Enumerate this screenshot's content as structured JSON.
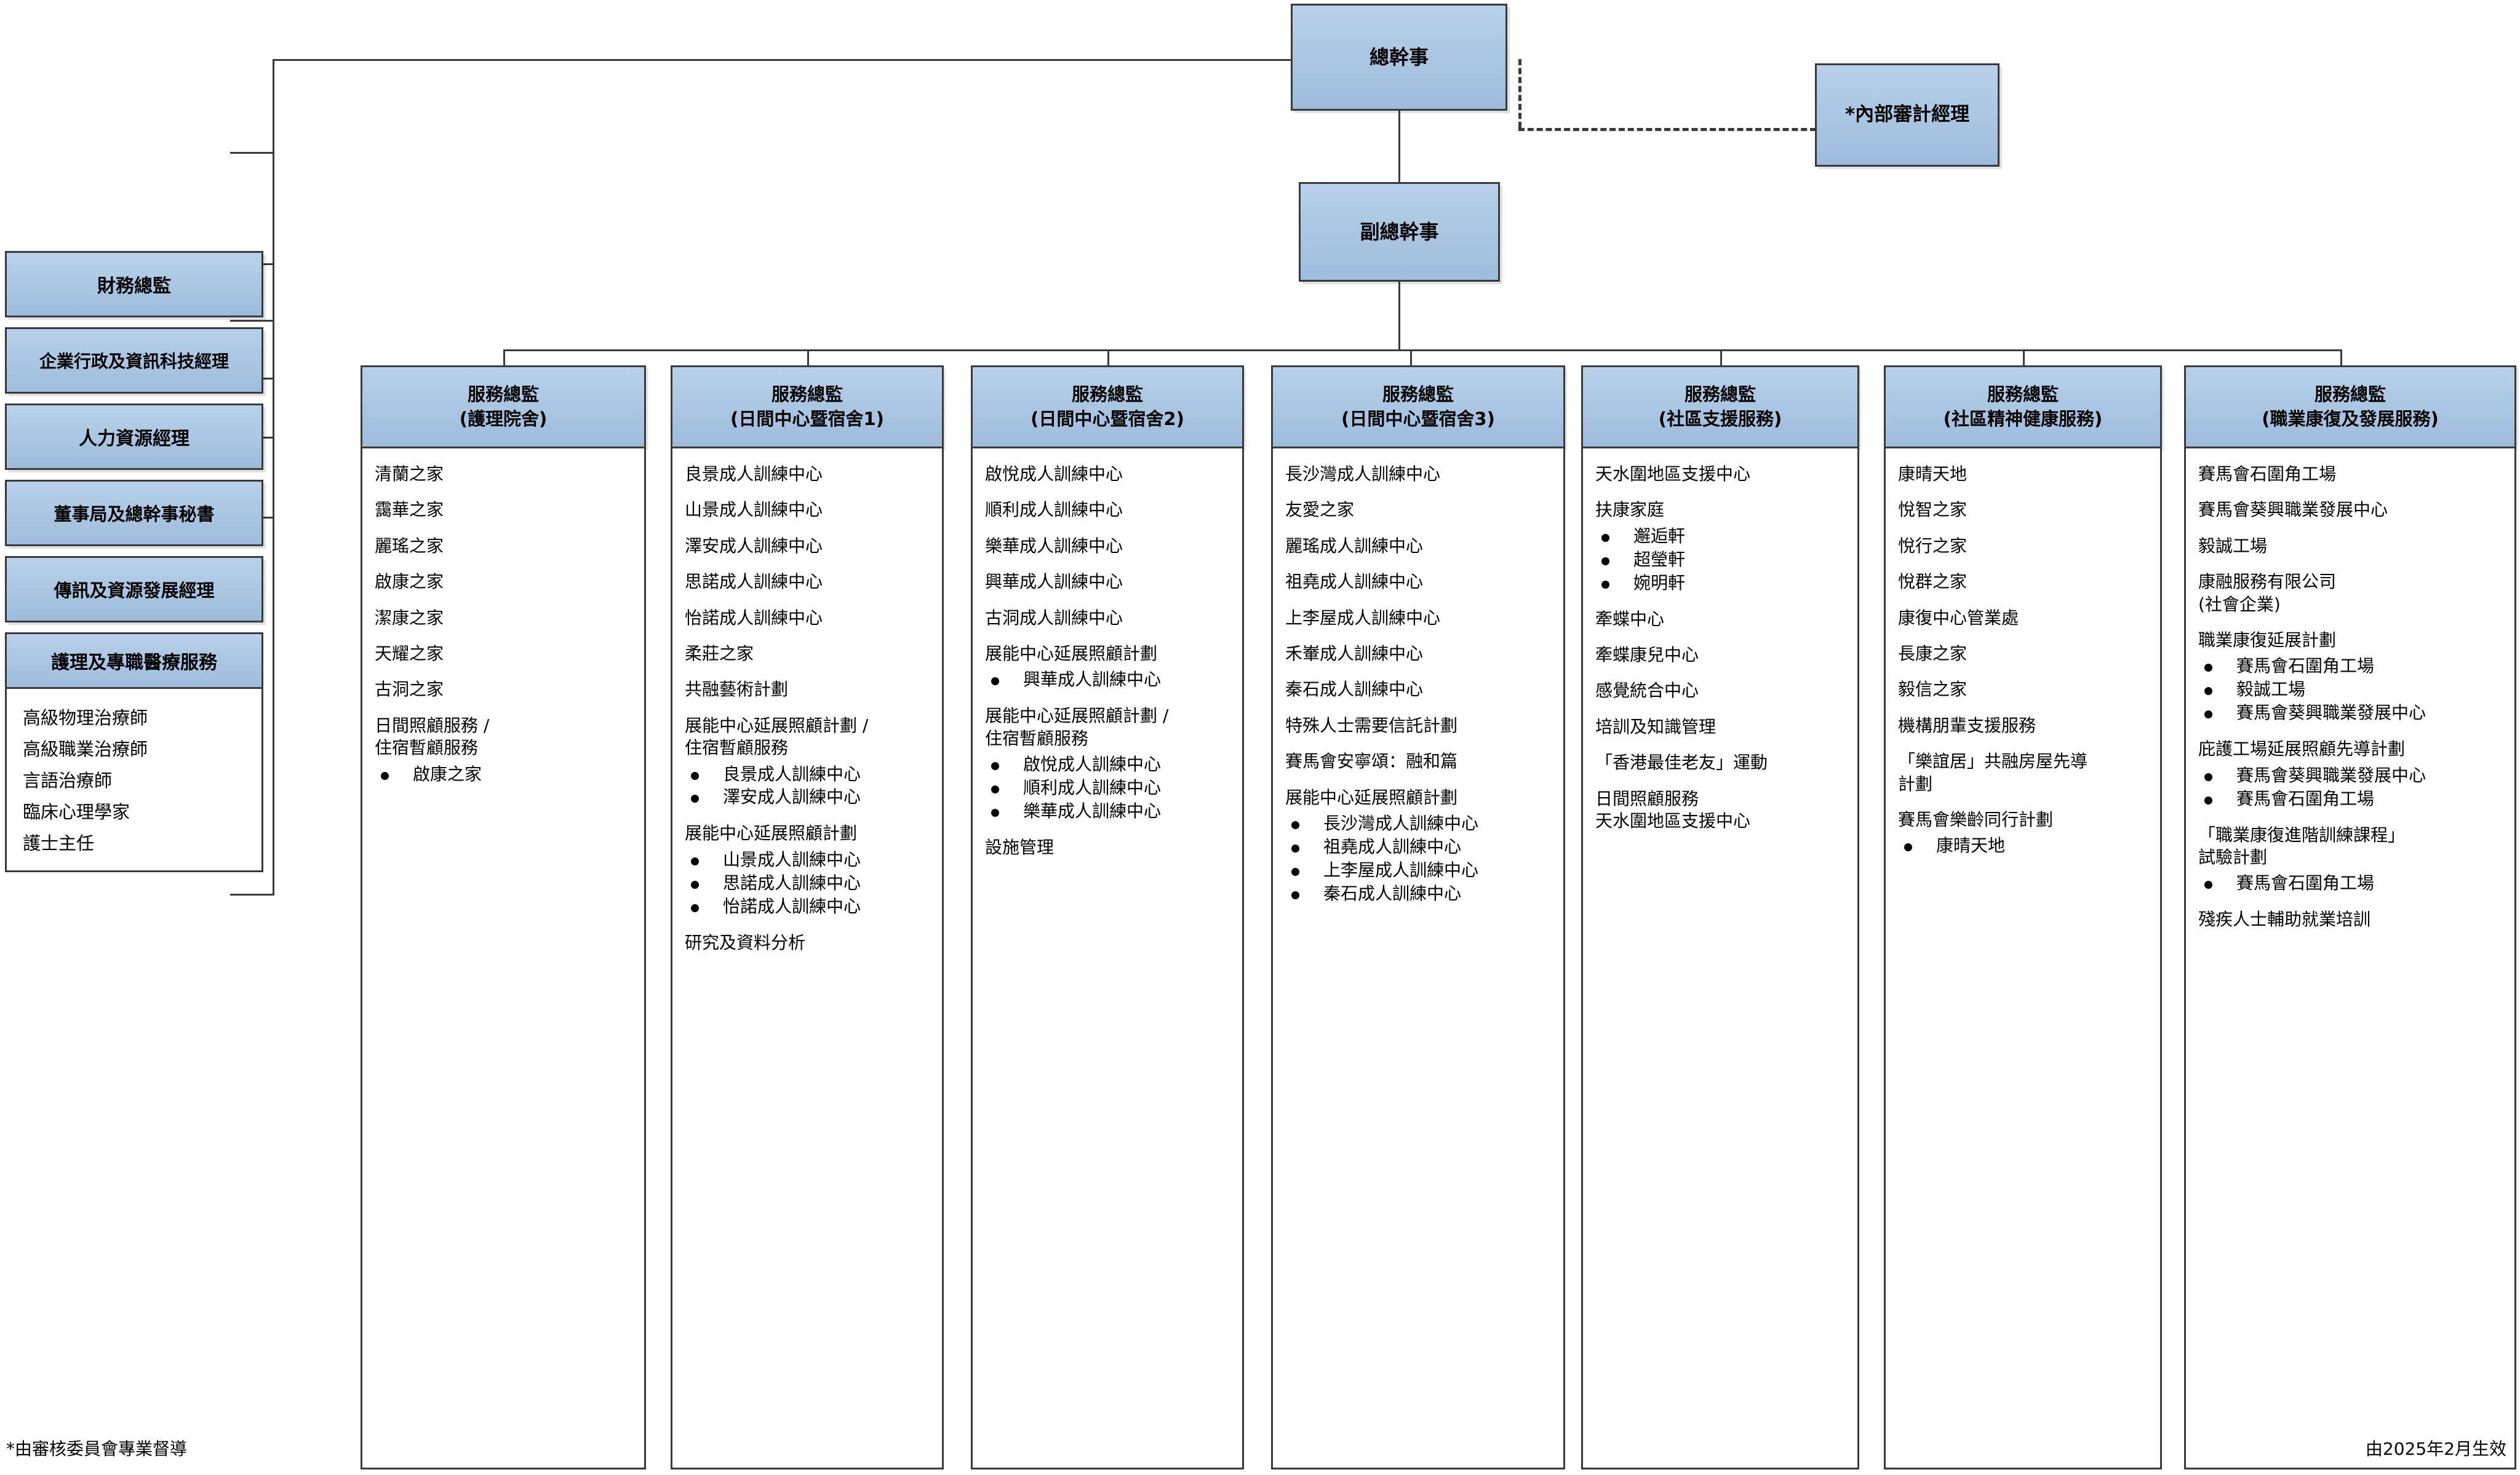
{
  "colors": {
    "box_fill_top": "#b9d1ea",
    "box_fill_bottom": "#9dbcdc",
    "box_border": "#3a3a3a",
    "body_fill": "#ffffff"
  },
  "top": {
    "chief_executive": "總幹事",
    "deputy_chief_executive": "副總幹事",
    "internal_audit_manager": "*內部審計經理"
  },
  "sidebar": {
    "items": [
      {
        "label": "財務總監"
      },
      {
        "label": "企業行政及資訊科技經理"
      },
      {
        "label": "人力資源經理"
      },
      {
        "label": "董事局及總幹事秘書"
      },
      {
        "label": "傳訊及資源發展經理"
      }
    ],
    "clinical": {
      "header": "護理及專職醫療服務",
      "roles": [
        "高級物理治療師",
        "高級職業治療師",
        "言語治療師",
        "臨床心理學家",
        "護士主任"
      ]
    }
  },
  "service_columns": [
    {
      "title": "服務總監\n(護理院舍)",
      "entries": [
        {
          "type": "text",
          "text": "清蘭之家"
        },
        {
          "type": "text",
          "text": "靄華之家"
        },
        {
          "type": "text",
          "text": "麗瑤之家"
        },
        {
          "type": "text",
          "text": "啟康之家"
        },
        {
          "type": "text",
          "text": "潔康之家"
        },
        {
          "type": "text",
          "text": "天耀之家"
        },
        {
          "type": "text",
          "text": "古洞之家"
        },
        {
          "type": "group",
          "text": "日間照顧服務 /\n住宿暫顧服務",
          "bullets": [
            "啟康之家"
          ]
        }
      ]
    },
    {
      "title": "服務總監\n(日間中心暨宿舍1)",
      "entries": [
        {
          "type": "text",
          "text": "良景成人訓練中心"
        },
        {
          "type": "text",
          "text": "山景成人訓練中心"
        },
        {
          "type": "text",
          "text": "澤安成人訓練中心"
        },
        {
          "type": "text",
          "text": "思諾成人訓練中心"
        },
        {
          "type": "text",
          "text": "怡諾成人訓練中心"
        },
        {
          "type": "text",
          "text": "柔莊之家"
        },
        {
          "type": "text",
          "text": "共融藝術計劃"
        },
        {
          "type": "group",
          "text": "展能中心延展照顧計劃 /\n住宿暫顧服務",
          "bullets": [
            "良景成人訓練中心",
            "澤安成人訓練中心"
          ]
        },
        {
          "type": "group",
          "text": "展能中心延展照顧計劃",
          "bullets": [
            "山景成人訓練中心",
            "思諾成人訓練中心",
            "怡諾成人訓練中心"
          ]
        },
        {
          "type": "text",
          "text": "研究及資料分析"
        }
      ]
    },
    {
      "title": "服務總監\n(日間中心暨宿舍2)",
      "entries": [
        {
          "type": "text",
          "text": "啟悅成人訓練中心"
        },
        {
          "type": "text",
          "text": "順利成人訓練中心"
        },
        {
          "type": "text",
          "text": "樂華成人訓練中心"
        },
        {
          "type": "text",
          "text": "興華成人訓練中心"
        },
        {
          "type": "text",
          "text": "古洞成人訓練中心"
        },
        {
          "type": "group",
          "text": "展能中心延展照顧計劃",
          "bullets": [
            "興華成人訓練中心"
          ]
        },
        {
          "type": "group",
          "text": "展能中心延展照顧計劃 /\n住宿暫顧服務",
          "bullets": [
            "啟悅成人訓練中心",
            "順利成人訓練中心",
            "樂華成人訓練中心"
          ]
        },
        {
          "type": "text",
          "text": "設施管理"
        }
      ]
    },
    {
      "title": "服務總監\n(日間中心暨宿舍3)",
      "entries": [
        {
          "type": "text",
          "text": "長沙灣成人訓練中心"
        },
        {
          "type": "text",
          "text": "友愛之家"
        },
        {
          "type": "text",
          "text": "麗瑤成人訓練中心"
        },
        {
          "type": "text",
          "text": "祖堯成人訓練中心"
        },
        {
          "type": "text",
          "text": "上李屋成人訓練中心"
        },
        {
          "type": "text",
          "text": "禾輋成人訓練中心"
        },
        {
          "type": "text",
          "text": "秦石成人訓練中心"
        },
        {
          "type": "text",
          "text": "特殊人士需要信託計劃"
        },
        {
          "type": "text",
          "text": "賽馬會安寧頌：融和篇"
        },
        {
          "type": "group",
          "text": "展能中心延展照顧計劃",
          "bullets": [
            "長沙灣成人訓練中心",
            "祖堯成人訓練中心",
            "上李屋成人訓練中心",
            "秦石成人訓練中心"
          ]
        }
      ]
    },
    {
      "title": "服務總監\n(社區支援服務)",
      "entries": [
        {
          "type": "text",
          "text": "天水圍地區支援中心"
        },
        {
          "type": "group",
          "text": "扶康家庭",
          "bullets": [
            "邂逅軒",
            "超瑩軒",
            "婉明軒"
          ]
        },
        {
          "type": "text",
          "text": "牽蝶中心"
        },
        {
          "type": "text",
          "text": "牽蝶康兒中心"
        },
        {
          "type": "text",
          "text": "感覺統合中心"
        },
        {
          "type": "text",
          "text": "培訓及知識管理"
        },
        {
          "type": "text",
          "text": "「香港最佳老友」運動"
        },
        {
          "type": "text",
          "text": "日間照顧服務\n天水圍地區支援中心"
        }
      ]
    },
    {
      "title": "服務總監\n(社區精神健康服務)",
      "entries": [
        {
          "type": "text",
          "text": "康晴天地"
        },
        {
          "type": "text",
          "text": "悅智之家"
        },
        {
          "type": "text",
          "text": "悅行之家"
        },
        {
          "type": "text",
          "text": "悅群之家"
        },
        {
          "type": "text",
          "text": "康復中心管業處"
        },
        {
          "type": "text",
          "text": "長康之家"
        },
        {
          "type": "text",
          "text": "毅信之家"
        },
        {
          "type": "text",
          "text": "機構朋輩支援服務"
        },
        {
          "type": "text",
          "text": "「樂誼居」共融房屋先導\n計劃"
        },
        {
          "type": "group",
          "text": "賽馬會樂齡同行計劃",
          "bullets": [
            "康晴天地"
          ]
        }
      ]
    },
    {
      "title": "服務總監\n(職業康復及發展服務)",
      "entries": [
        {
          "type": "text",
          "text": "賽馬會石圍角工場"
        },
        {
          "type": "text",
          "text": "賽馬會葵興職業發展中心"
        },
        {
          "type": "text",
          "text": "毅誠工場"
        },
        {
          "type": "text",
          "text": "康融服務有限公司\n(社會企業)"
        },
        {
          "type": "group",
          "text": "職業康復延展計劃",
          "bullets": [
            "賽馬會石圍角工場",
            "毅誠工場",
            "賽馬會葵興職業發展中心"
          ]
        },
        {
          "type": "group",
          "text": "庇護工場延展照顧先導計劃",
          "bullets": [
            "賽馬會葵興職業發展中心",
            "賽馬會石圍角工場"
          ]
        },
        {
          "type": "group",
          "text": "「職業康復進階訓練課程」\n試驗計劃",
          "bullets": [
            "賽馬會石圍角工場"
          ]
        },
        {
          "type": "text",
          "text": "殘疾人士輔助就業培訓"
        }
      ]
    }
  ],
  "footnotes": {
    "left": "*由審核委員會專業督導",
    "right": "由2025年2月生效"
  }
}
